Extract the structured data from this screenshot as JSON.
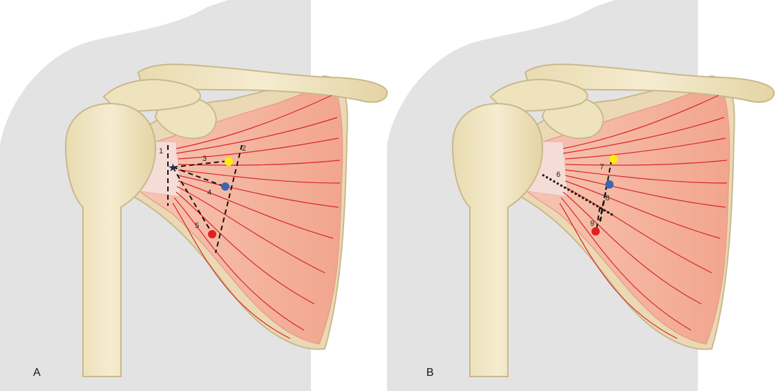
{
  "figure": {
    "panels": [
      {
        "id": "A",
        "label": "A",
        "markers": [
          {
            "name": "star-landmark",
            "color": "#1f2a4d"
          },
          {
            "name": "yellow-point",
            "color": "#ffee00"
          },
          {
            "name": "blue-point",
            "color": "#3b66b0"
          },
          {
            "name": "red-point",
            "color": "#e02020"
          }
        ],
        "measurement_lines": [
          {
            "number": "1",
            "style": "dashed"
          },
          {
            "number": "2",
            "style": "dashed"
          },
          {
            "number": "3",
            "style": "dashed"
          },
          {
            "number": "4",
            "style": "dashed"
          },
          {
            "number": "5",
            "style": "dashed"
          }
        ]
      },
      {
        "id": "B",
        "label": "B",
        "markers": [
          {
            "name": "yellow-point",
            "color": "#ffee00"
          },
          {
            "name": "blue-point",
            "color": "#3b66b0"
          },
          {
            "name": "red-point",
            "color": "#e02020"
          }
        ],
        "measurement_lines": [
          {
            "number": "6",
            "style": "dotted"
          },
          {
            "number": "7",
            "style": "dashed"
          },
          {
            "number": "8",
            "style": "dashed"
          },
          {
            "number": "9",
            "style": "dashed"
          }
        ]
      }
    ],
    "colors": {
      "background_body": "#e3e3e3",
      "bone": "#efe3be",
      "bone_outline": "#c9b88c",
      "muscle": "#f4b5a0",
      "muscle_fiber": "#d8242a",
      "tendon": "#f6dcd6",
      "line": "#111111"
    }
  }
}
